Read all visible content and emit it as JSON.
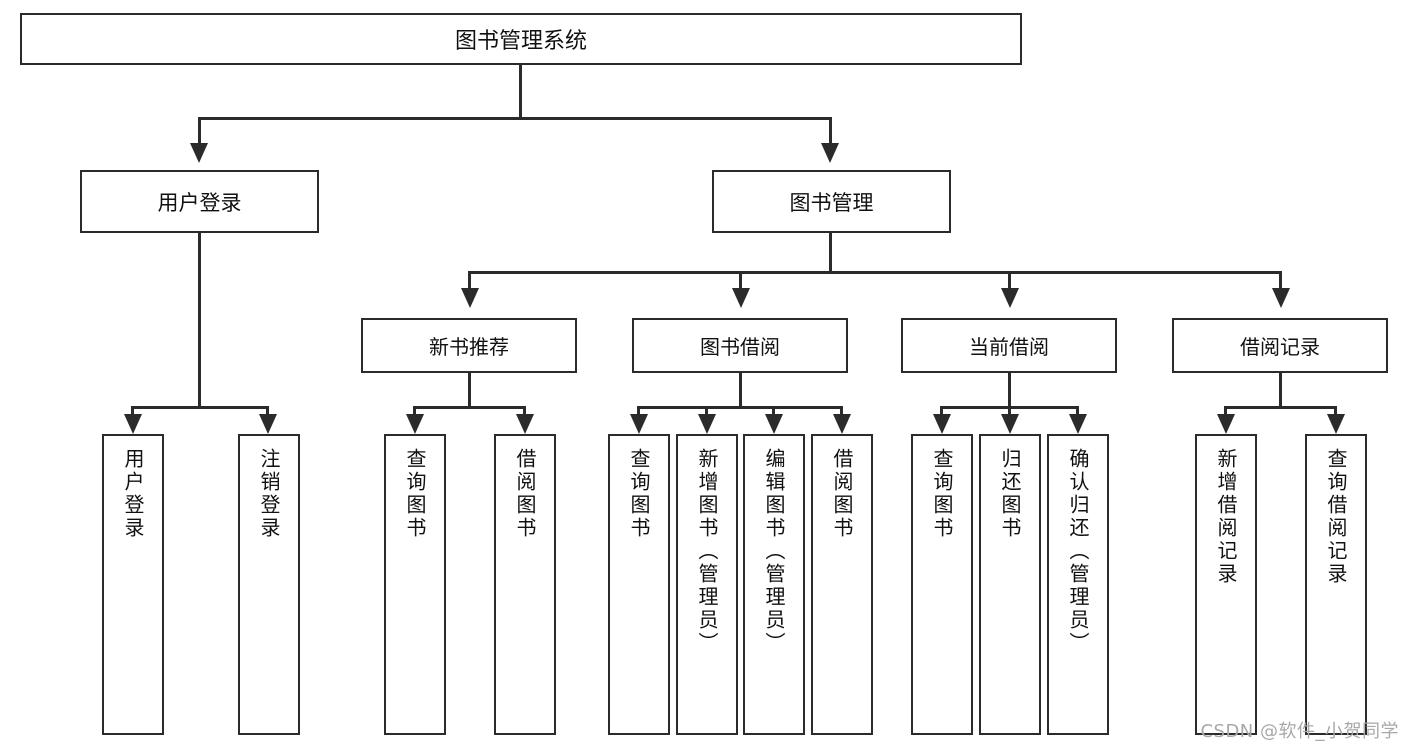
{
  "diagram": {
    "title": "图书管理系统",
    "type": "hierarchy-tree",
    "watermark": "CSDN @软件_小贺同学",
    "colors": {
      "stroke": "#2b2b2b",
      "background": "#ffffff",
      "text": "#111111",
      "watermark": "#a8a8a8"
    },
    "root": {
      "label": "图书管理系统"
    },
    "level1": [
      {
        "label": "用户登录"
      },
      {
        "label": "图书管理"
      }
    ],
    "level2": [
      {
        "label": "新书推荐"
      },
      {
        "label": "图书借阅"
      },
      {
        "label": "当前借阅"
      },
      {
        "label": "借阅记录"
      }
    ],
    "leaves": [
      {
        "label": "用户登录",
        "parent": "用户登录"
      },
      {
        "label": "注销登录",
        "parent": "用户登录"
      },
      {
        "label": "查询图书",
        "parent": "新书推荐"
      },
      {
        "label": "借阅图书",
        "parent": "新书推荐"
      },
      {
        "label": "查询图书",
        "parent": "图书借阅"
      },
      {
        "label": "新增图书（管理员）",
        "parent": "图书借阅"
      },
      {
        "label": "编辑图书（管理员）",
        "parent": "图书借阅"
      },
      {
        "label": "借阅图书",
        "parent": "图书借阅"
      },
      {
        "label": "查询图书",
        "parent": "当前借阅"
      },
      {
        "label": "归还图书",
        "parent": "当前借阅"
      },
      {
        "label": "确认归还（管理员）",
        "parent": "当前借阅"
      },
      {
        "label": "新增借阅记录",
        "parent": "借阅记录"
      },
      {
        "label": "查询借阅记录",
        "parent": "借阅记录"
      }
    ]
  }
}
